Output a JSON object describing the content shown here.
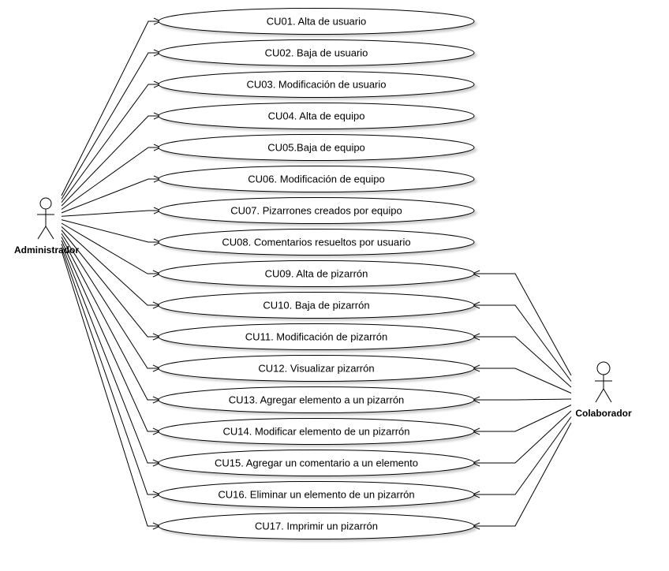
{
  "actors": {
    "admin": {
      "label": "Administrador"
    },
    "colab": {
      "label": "Colaborador"
    }
  },
  "use_cases": [
    {
      "label": "CU01. Alta de usuario",
      "admin": true,
      "colab": false
    },
    {
      "label": "CU02. Baja de usuario",
      "admin": true,
      "colab": false
    },
    {
      "label": "CU03. Modificación de usuario",
      "admin": true,
      "colab": false
    },
    {
      "label": "CU04. Alta de equipo",
      "admin": true,
      "colab": false
    },
    {
      "label": "CU05.Baja de equipo",
      "admin": true,
      "colab": false
    },
    {
      "label": "CU06. Modificación de equipo",
      "admin": true,
      "colab": false
    },
    {
      "label": "CU07. Pizarrones creados por equipo",
      "admin": true,
      "colab": false
    },
    {
      "label": "CU08. Comentarios resueltos por usuario",
      "admin": true,
      "colab": false
    },
    {
      "label": "CU09. Alta de pizarrón",
      "admin": true,
      "colab": true
    },
    {
      "label": "CU10. Baja de pizarrón",
      "admin": true,
      "colab": true
    },
    {
      "label": "CU11. Modificación de pizarrón",
      "admin": true,
      "colab": true
    },
    {
      "label": "CU12. Visualizar pizarrón",
      "admin": true,
      "colab": true
    },
    {
      "label": "CU13. Agregar elemento a un pizarrón",
      "admin": true,
      "colab": true
    },
    {
      "label": "CU14. Modificar elemento de un pizarrón",
      "admin": true,
      "colab": true
    },
    {
      "label": "CU15. Agregar un comentario a un elemento",
      "admin": true,
      "colab": true
    },
    {
      "label": "CU16. Eliminar un elemento de un pizarrón",
      "admin": true,
      "colab": true
    },
    {
      "label": "CU17. Imprimir un pizarrón",
      "admin": true,
      "colab": true
    }
  ]
}
